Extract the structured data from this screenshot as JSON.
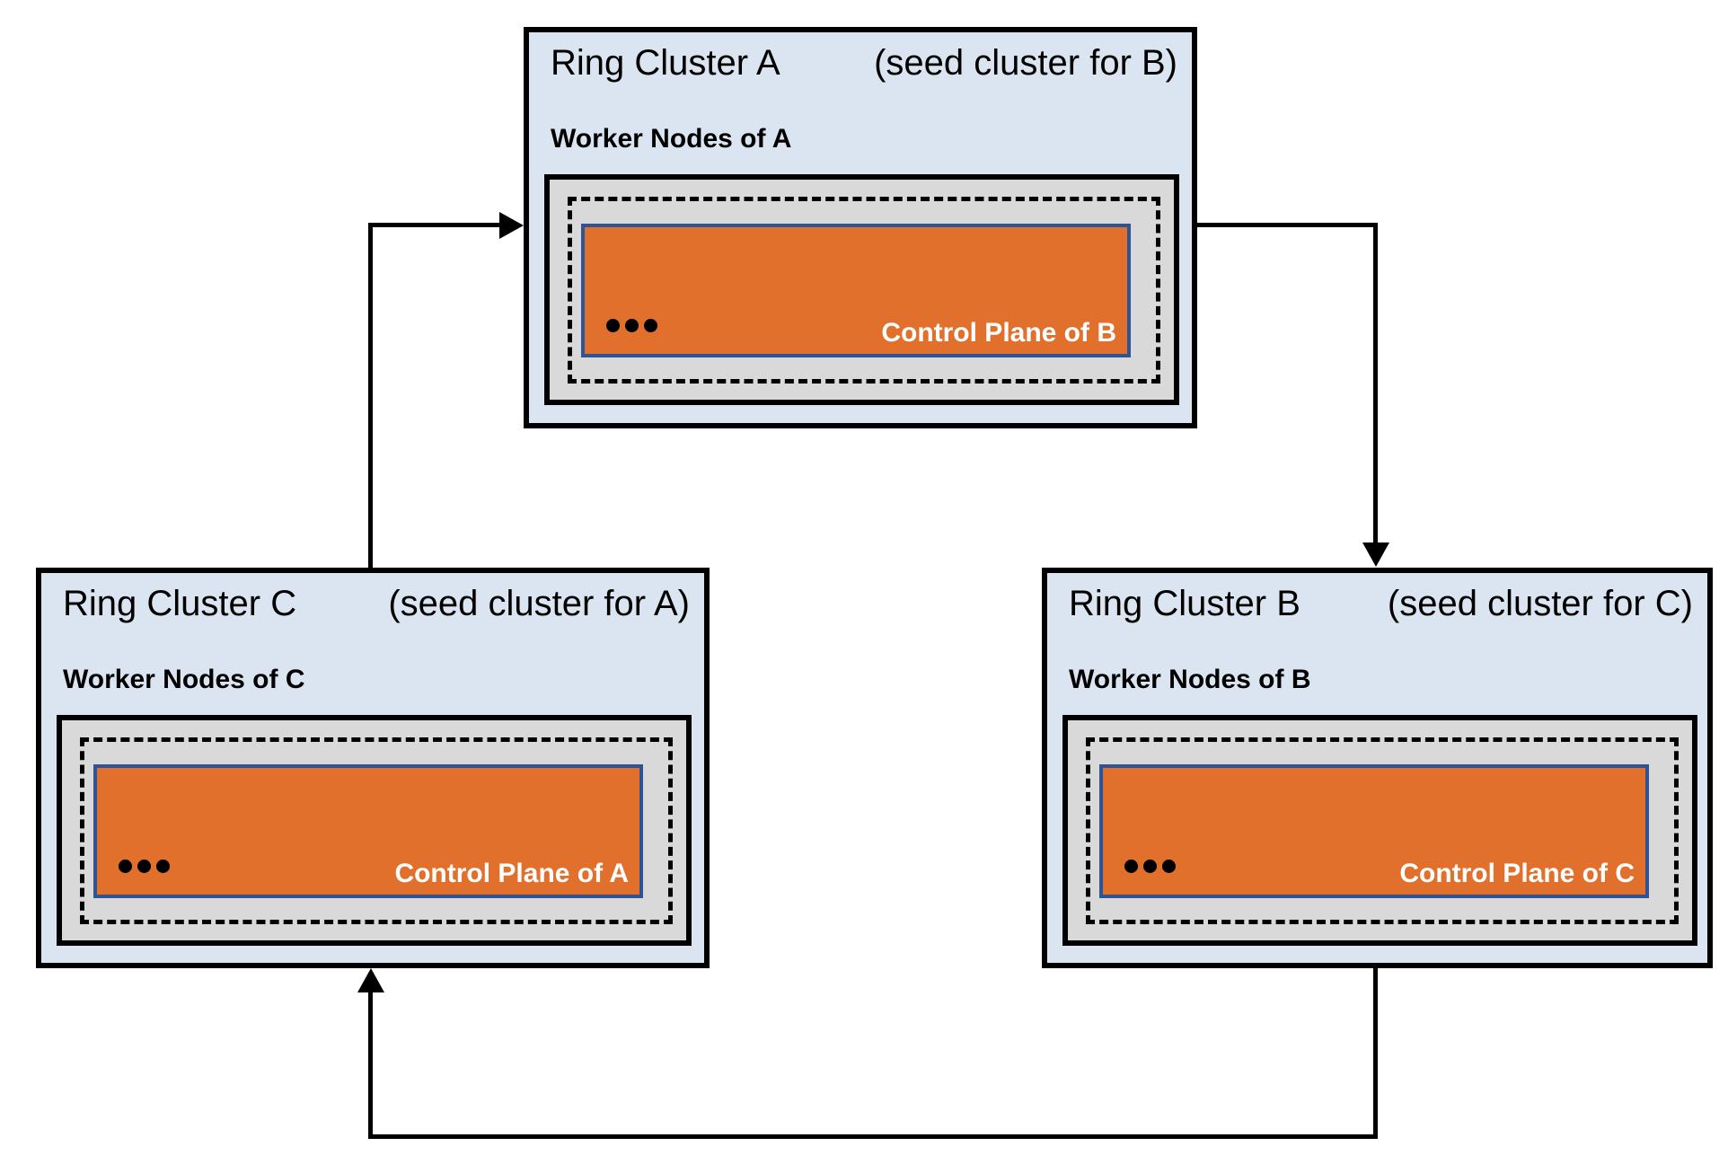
{
  "diagram": {
    "colors": {
      "cluster_fill": "#dbe5f1",
      "worker_nodes_fill": "#d9d9d9",
      "control_plane_fill": "#e2702d",
      "control_plane_border": "#2f5496",
      "outline": "#000000"
    },
    "clusters": [
      {
        "name": "Ring Cluster A",
        "seed_note": "(seed cluster for B)",
        "worker_label": "Worker Nodes of A",
        "control_plane_label": "Control Plane of B"
      },
      {
        "name": "Ring Cluster C",
        "seed_note": "(seed cluster for A)",
        "worker_label": "Worker Nodes of C",
        "control_plane_label": "Control Plane of A"
      },
      {
        "name": "Ring Cluster B",
        "seed_note": "(seed cluster for C)",
        "worker_label": "Worker Nodes of B",
        "control_plane_label": "Control Plane of C"
      }
    ],
    "connections": [
      {
        "from": "Ring Cluster C",
        "to": "Ring Cluster A"
      },
      {
        "from": "Ring Cluster A",
        "to": "Ring Cluster B"
      },
      {
        "from": "Ring Cluster B",
        "to": "Ring Cluster C"
      }
    ]
  }
}
